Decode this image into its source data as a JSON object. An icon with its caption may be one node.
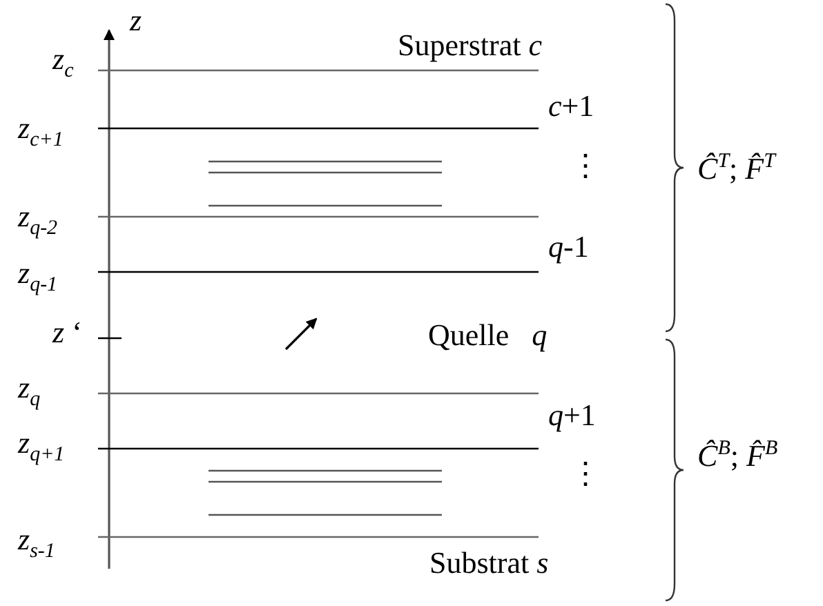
{
  "diagram": {
    "labels": [
      "*z*",
      "Superstrat *c*",
      "*z*$_{c}$",
      "*c*+1",
      "*z*$_{c+1}$",
      "⋮",
      "*Ĉ*$^{T}$; *F̂*$^{T}$",
      "*z*$_{q-2}$",
      "*q*-1",
      "*z*$_{q-1}$",
      "*z* ‘",
      "Quelle   *q*",
      "*z*$_{q}$",
      "*q*+1",
      "*z*$_{q+1}$",
      "⋮",
      "*Ĉ*$^{B}$; *F̂*$^{B}$",
      "*z*$_{s-1}$",
      "Substrat *s*"
    ]
  }
}
